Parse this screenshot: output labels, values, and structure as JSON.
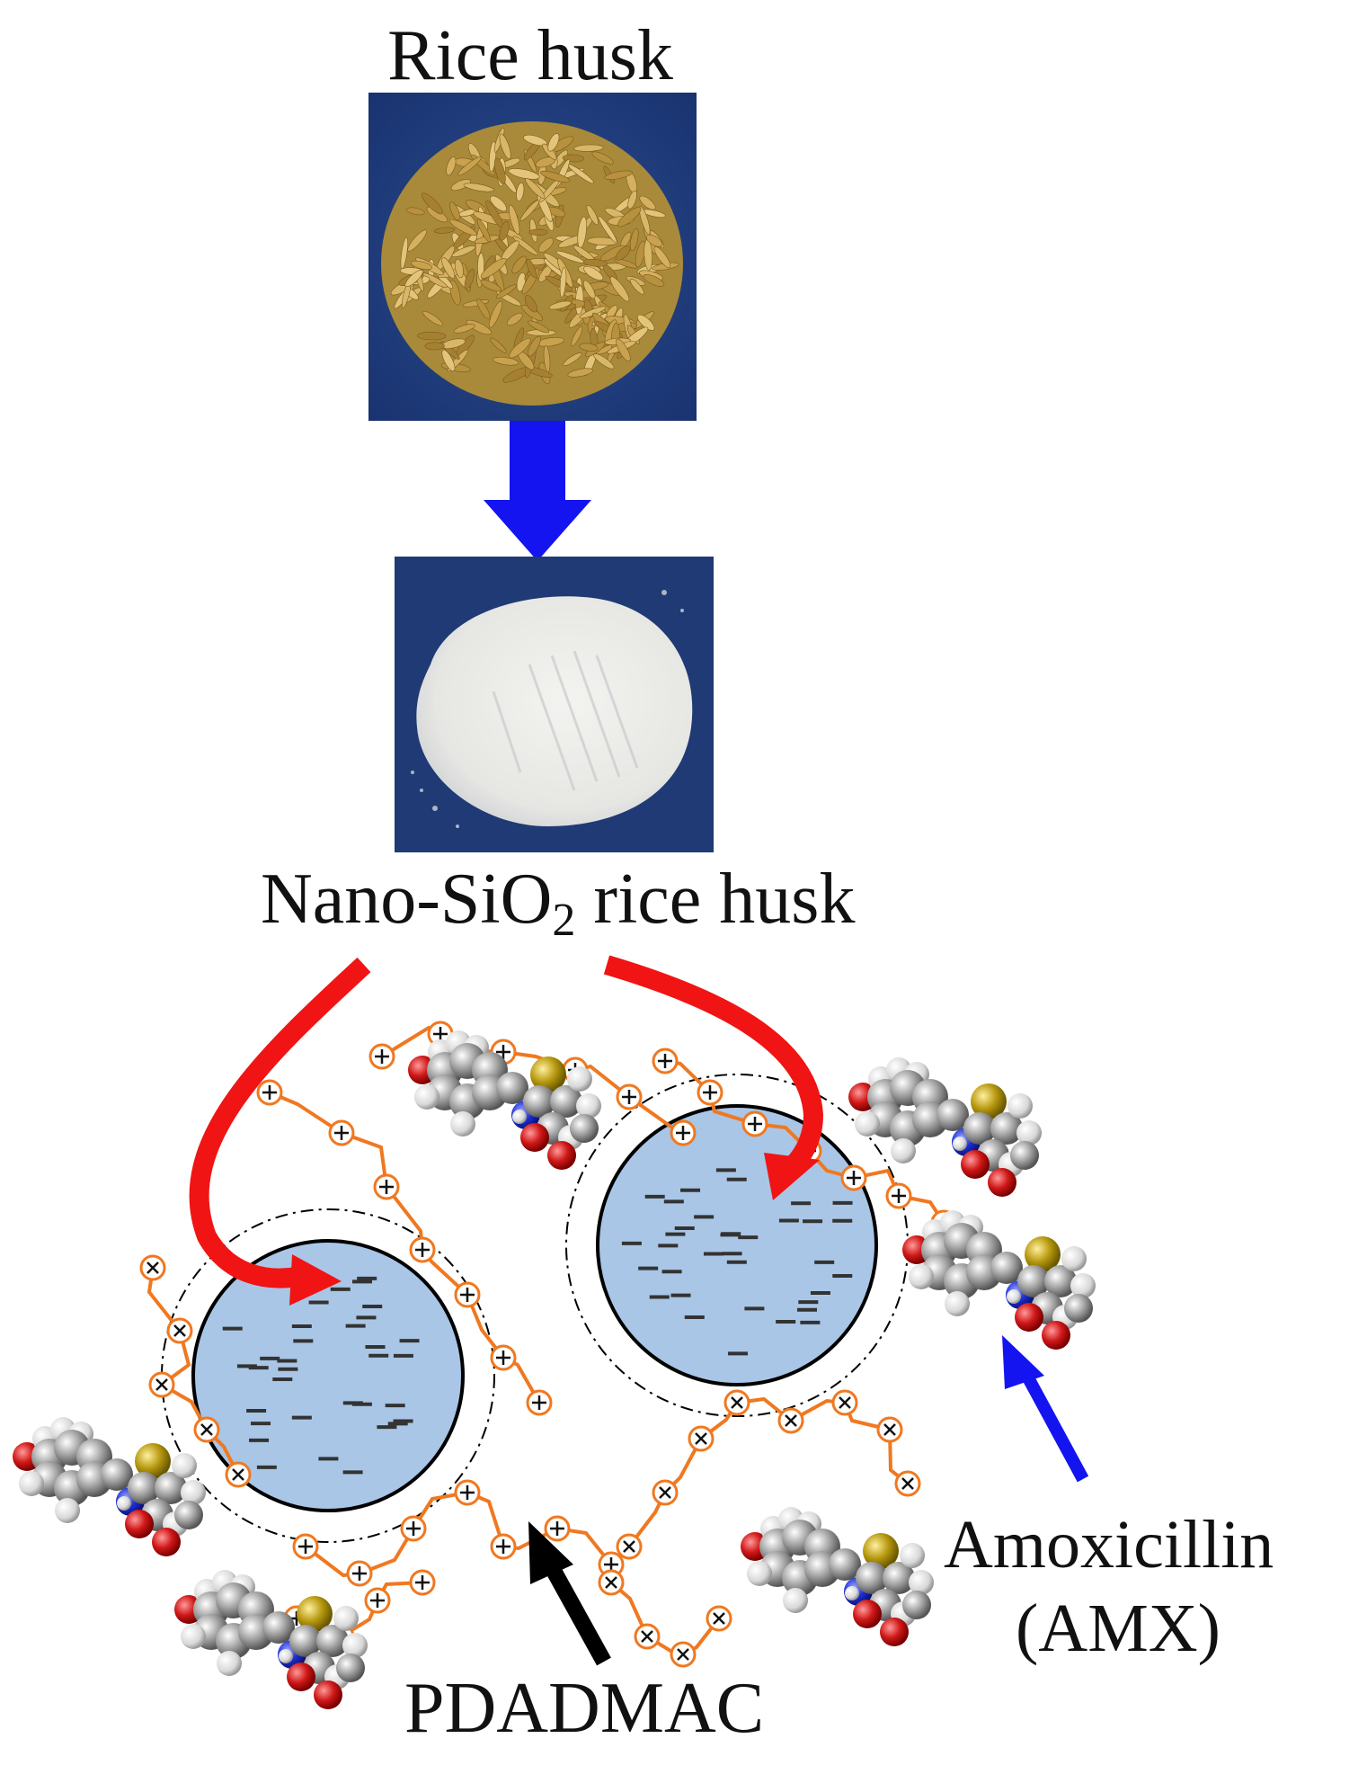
{
  "title_top": "Rice husk",
  "label_nano_main": "Nano-SiO",
  "label_nano_sub": "2",
  "label_nano_rest": " rice husk",
  "label_amx_line1": "Amoxicillin",
  "label_amx_line2": "(AMX)",
  "label_pdadmac": "PDADMAC",
  "colors": {
    "process_arrow": "#1414f0",
    "red_arrow": "#f01414",
    "black_arrow": "#000000",
    "blue_pointer": "#1414f0",
    "particle_fill": "#a9c6e6",
    "polymer": "#f07820",
    "photo_background": "#1d3a78"
  },
  "icons": {
    "process_arrow": "down-arrow-icon",
    "particle_charge": "minus-sign",
    "polymer_charge": "circled-plus",
    "amx_molecule": "space-filling-molecule"
  }
}
